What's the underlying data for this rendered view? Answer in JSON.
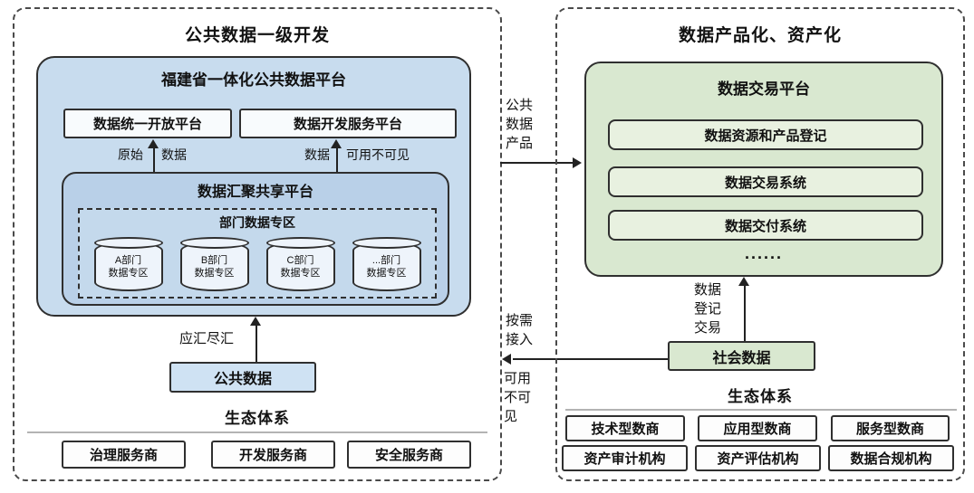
{
  "left": {
    "title": "公共数据一级开发",
    "platform_title": "福建省一体化公共数据平台",
    "open_platform": "数据统一开放平台",
    "dev_platform": "数据开发服务平台",
    "raw_label": "原始",
    "data_label_left": "数据",
    "data_label_right": "数据",
    "visible_label": "可用不可见",
    "share_title": "数据汇聚共享平台",
    "dept_title": "部门数据专区",
    "cylinders": [
      {
        "label": "A部门\n数据专区"
      },
      {
        "label": "B部门\n数据专区"
      },
      {
        "label": "C部门\n数据专区"
      },
      {
        "label": "...部门\n数据专区"
      }
    ],
    "collect_label": "应汇尽汇",
    "public_data": "公共数据",
    "eco_title": "生态体系",
    "providers": [
      {
        "label": "治理服务商"
      },
      {
        "label": "开发服务商"
      },
      {
        "label": "安全服务商"
      }
    ]
  },
  "middle": {
    "product_label": "公共\n数据\n产品",
    "on_demand_label": "按需\n接入",
    "usable_label": "可用\n不可\n见"
  },
  "right": {
    "title": "数据产品化、资产化",
    "platform_title": "数据交易平台",
    "systems": [
      {
        "label": "数据资源和产品登记"
      },
      {
        "label": "数据交易系统"
      },
      {
        "label": "数据交付系统"
      }
    ],
    "dots": "......",
    "register_label": "数据\n登记\n交易",
    "social_data": "社会数据",
    "eco_title": "生态体系",
    "orgs_row1": [
      {
        "label": "技术型数商"
      },
      {
        "label": "应用型数商"
      },
      {
        "label": "服务型数商"
      }
    ],
    "orgs_row2": [
      {
        "label": "资产审计机构"
      },
      {
        "label": "资产评估机构"
      },
      {
        "label": "数据合规机构"
      }
    ]
  }
}
